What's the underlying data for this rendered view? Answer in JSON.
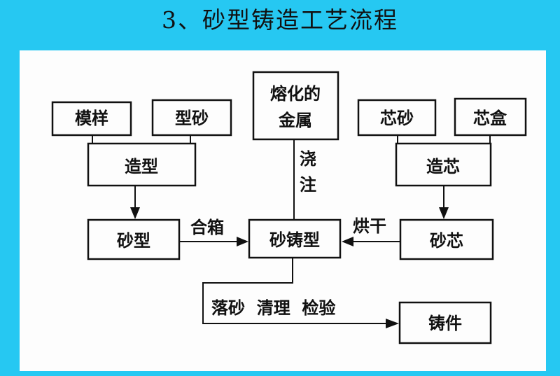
{
  "title": "3、砂型铸造工艺流程",
  "nodes": {
    "pattern": "模样",
    "molding_sand": "型砂",
    "molten_metal_1": "熔化的",
    "molten_metal_2": "金属",
    "core_sand": "芯砂",
    "core_box": "芯盒",
    "molding": "造型",
    "coremaking": "造芯",
    "sand_mold": "砂型",
    "casting_mold": "砂铸型",
    "sand_core": "砂芯",
    "casting": "铸件"
  },
  "labels": {
    "pour_1": "浇",
    "pour_2": "注",
    "close_box": "合箱",
    "drying": "烘干",
    "finishing": "落砂  清理  检验"
  }
}
